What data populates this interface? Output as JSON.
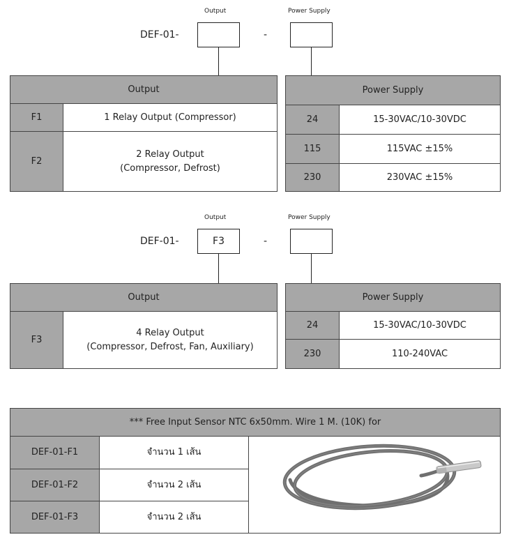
{
  "diagram1": {
    "label_output": "Output",
    "label_power": "Power Supply",
    "prefix": "DEF-01-",
    "dash": "-",
    "output_value": "",
    "power_value": ""
  },
  "table1_output": {
    "header": "Output",
    "rows": [
      {
        "code": "F1",
        "desc": "1 Relay Output (Compressor)"
      },
      {
        "code": "F2",
        "desc": "2 Relay Output\n(Compressor, Defrost)"
      }
    ]
  },
  "table1_power": {
    "header": "Power Supply",
    "rows": [
      {
        "code": "24",
        "desc": "15-30VAC/10-30VDC"
      },
      {
        "code": "115",
        "desc": "115VAC ±15%"
      },
      {
        "code": "230",
        "desc": "230VAC ±15%"
      }
    ]
  },
  "diagram2": {
    "label_output": "Output",
    "label_power": "Power Supply",
    "prefix": "DEF-01-",
    "dash": "-",
    "output_value": "F3",
    "power_value": ""
  },
  "table2_output": {
    "header": "Output",
    "rows": [
      {
        "code": "F3",
        "desc": "4 Relay Output\n(Compressor, Defrost, Fan, Auxiliary)"
      }
    ]
  },
  "table2_power": {
    "header": "Power Supply",
    "rows": [
      {
        "code": "24",
        "desc": "15-30VAC/10-30VDC"
      },
      {
        "code": "230",
        "desc": "110-240VAC"
      }
    ]
  },
  "sensor_table": {
    "header": "*** Free Input Sensor NTC 6x50mm. Wire 1 M. (10K) for",
    "rows": [
      {
        "model": "DEF-01-F1",
        "qty": "จำนวน 1 เส้น"
      },
      {
        "model": "DEF-01-F2",
        "qty": "จำนวน 2 เส้น"
      },
      {
        "model": "DEF-01-F3",
        "qty": "จำนวน 2 เส้น"
      }
    ]
  },
  "colors": {
    "header_bg": "#a7a7a7",
    "cable": "#6f6f6f"
  }
}
